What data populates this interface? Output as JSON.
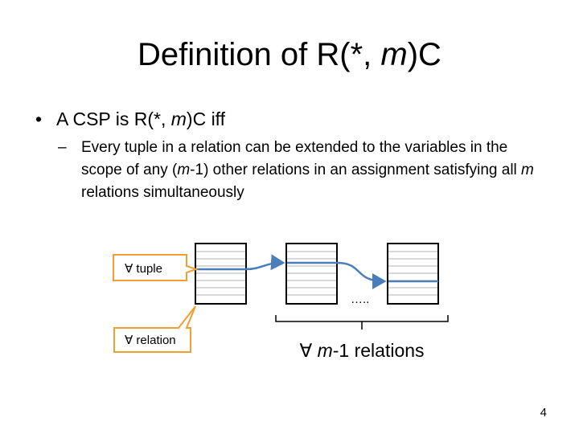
{
  "slide": {
    "title_prefix": "Definition of R(*,",
    "title_m": "m",
    "title_suffix": ")C",
    "bullet_prefix": "A CSP is R(*,",
    "bullet_m": "m",
    "bullet_suffix": ")C iff",
    "dash": "–",
    "sub_1": "Every tuple in a relation can be extended to the variables in the scope of any (",
    "sub_m1": "m",
    "sub_2": "-1) other relations in an assignment satisfying all ",
    "sub_m2": "m",
    "sub_3": " relations simultaneously",
    "page_number": "4"
  },
  "diagram": {
    "tuple_callout": "∀ tuple",
    "relation_callout": "∀ relation",
    "ellipsis": "…..",
    "brace_label_prefix": "∀ ",
    "brace_label_m": "m",
    "brace_label_suffix": "-1 relations",
    "colors": {
      "arrow": "#4a7ebb",
      "callout_border": "#f0a030",
      "table_line": "#b0b0b0"
    }
  }
}
